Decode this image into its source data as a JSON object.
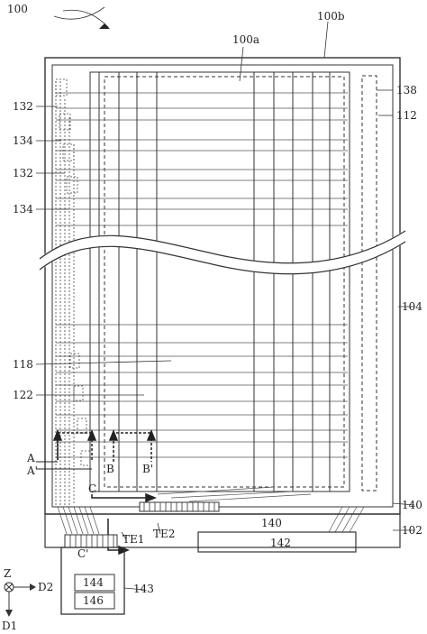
{
  "labels": {
    "device": "100",
    "region_a": "100a",
    "region_b": "100b",
    "ref_138": "138",
    "ref_112": "112",
    "ref_104": "104",
    "ref_140_right": "140",
    "ref_140_mid": "140",
    "ref_142": "142",
    "ref_102": "102",
    "ref_143": "143",
    "ref_144": "144",
    "ref_146": "146",
    "ref_te1": "TE1",
    "ref_te2": "TE2",
    "ref_132_top": "132",
    "ref_134_top": "134",
    "ref_132_mid": "132",
    "ref_134_mid": "134",
    "ref_118": "118",
    "ref_122": "122",
    "section_a": "A",
    "section_a_prime": "A'",
    "section_b": "B",
    "section_b_prime": "B'",
    "section_c": "C",
    "section_c_prime": "C'",
    "axis_z": "Z",
    "axis_d2": "D2",
    "axis_d1": "D1"
  },
  "colors": {
    "line": "#333333",
    "background": "#ffffff"
  }
}
